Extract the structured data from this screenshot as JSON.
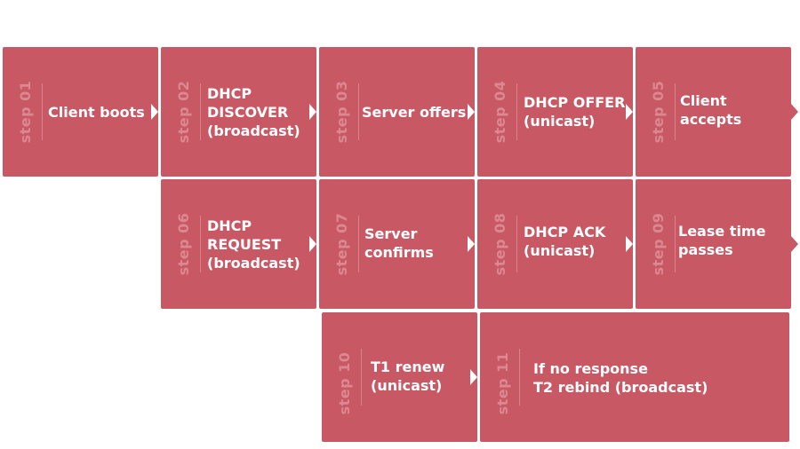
{
  "steps": [
    {
      "id": "01",
      "step": "step 01",
      "lines": [
        "Client boots"
      ]
    },
    {
      "id": "02",
      "step": "step 02",
      "lines": [
        "DHCP",
        "DISCOVER",
        "(broadcast)"
      ]
    },
    {
      "id": "03",
      "step": "step 03",
      "lines": [
        "Server offers"
      ]
    },
    {
      "id": "04",
      "step": "step 04",
      "lines": [
        "DHCP OFFER",
        "(unicast)"
      ]
    },
    {
      "id": "05",
      "step": "step 05",
      "lines": [
        "Client",
        "accepts"
      ]
    },
    {
      "id": "06",
      "step": "step 06",
      "lines": [
        "DHCP",
        "REQUEST",
        "(broadcast)"
      ]
    },
    {
      "id": "07",
      "step": "step 07",
      "lines": [
        "Server",
        "confirms"
      ]
    },
    {
      "id": "08",
      "step": "step 08",
      "lines": [
        "DHCP ACK",
        "(unicast)"
      ]
    },
    {
      "id": "09",
      "step": "step 09",
      "lines": [
        "Lease time",
        "passes"
      ]
    },
    {
      "id": "10",
      "step": "step 10",
      "lines": [
        "T1 renew",
        "(unicast)"
      ]
    },
    {
      "id": "11",
      "step": "step 11",
      "lines": [
        "If no response",
        "T2 rebind (broadcast)"
      ]
    }
  ],
  "colors": {
    "tile": "#c85864",
    "step_text": "#db8890",
    "label": "#ffffff"
  }
}
